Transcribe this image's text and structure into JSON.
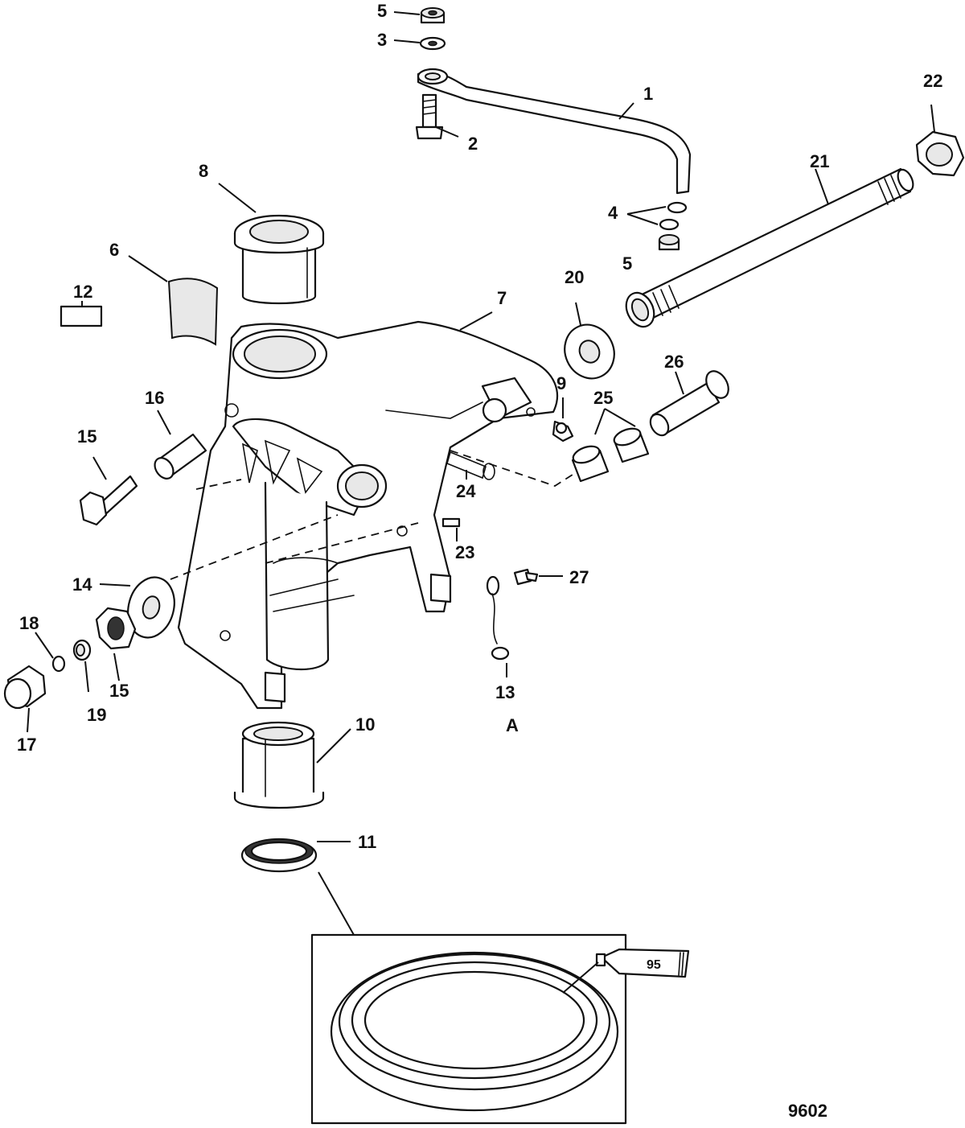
{
  "callouts": {
    "c1": "1",
    "c2": "2",
    "c3": "3",
    "c4": "4",
    "c5a": "5",
    "c5b": "5",
    "c6": "6",
    "c7": "7",
    "c8": "8",
    "c9": "9",
    "c10": "10",
    "c11": "11",
    "c12": "12",
    "c13": "13",
    "c14": "14",
    "c15a": "15",
    "c15b": "15",
    "c16": "16",
    "c17": "17",
    "c18": "18",
    "c19": "19",
    "c20": "20",
    "c21": "21",
    "c22": "22",
    "c23": "23",
    "c24": "24",
    "c25": "25",
    "c26": "26",
    "c27": "27"
  },
  "view_label": "A",
  "sealant_tube_label": "95",
  "figure_number": "9602"
}
